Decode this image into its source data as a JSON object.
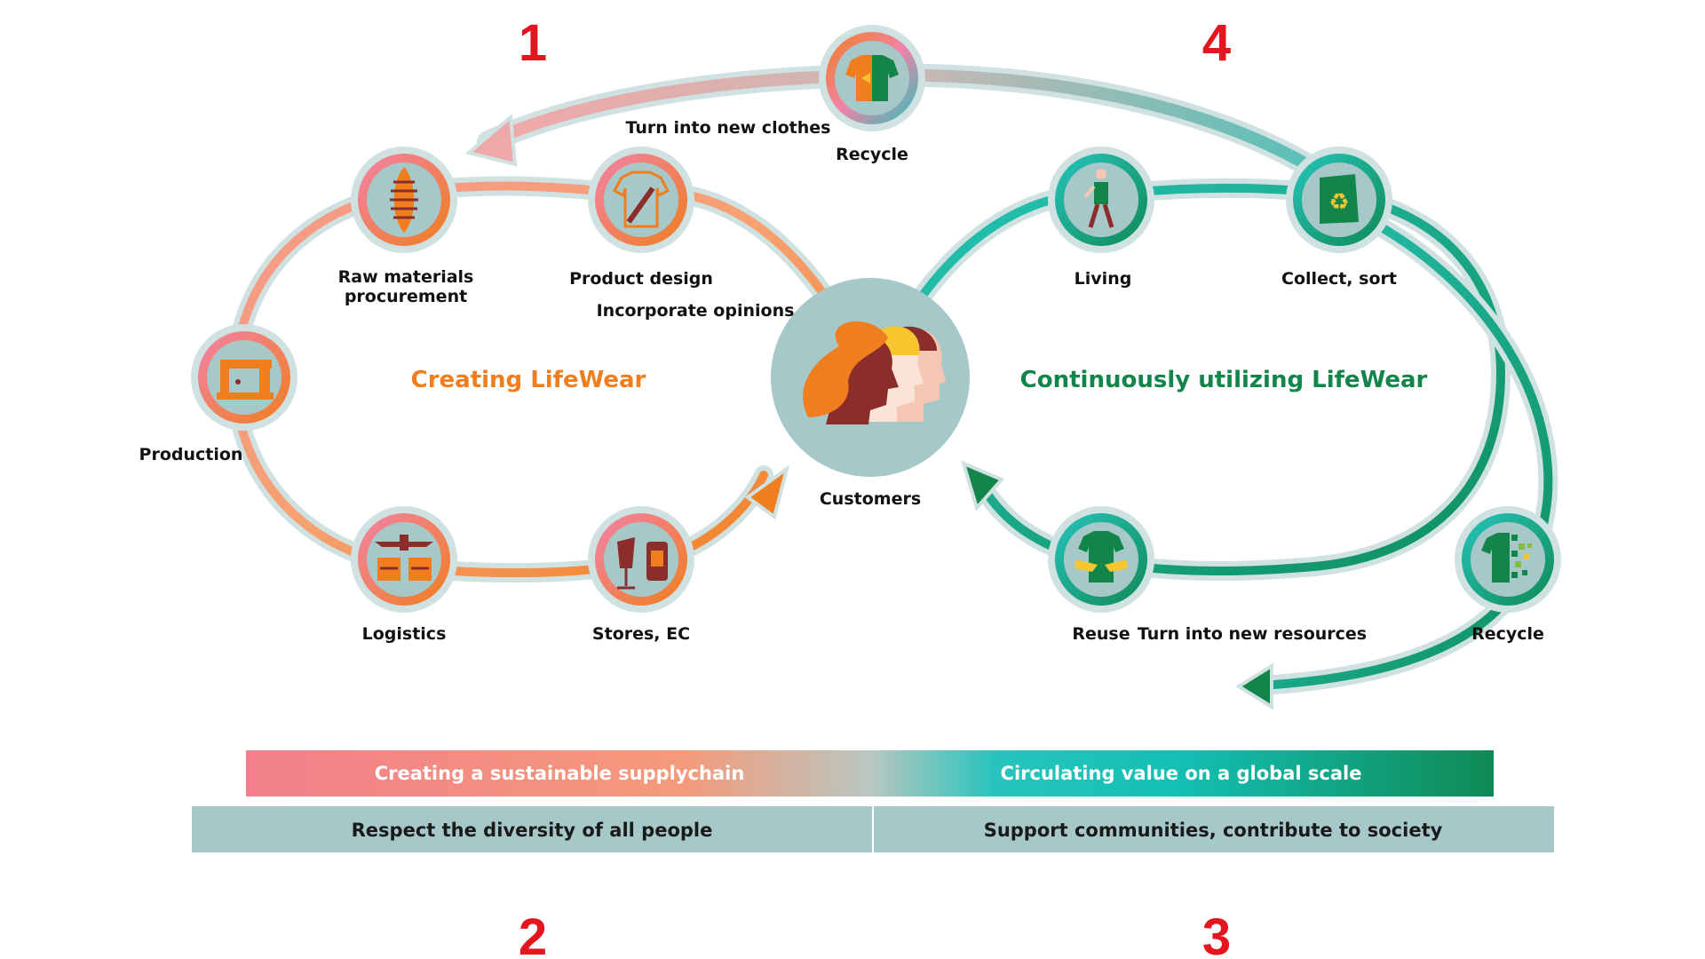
{
  "numbers": [
    "1",
    "2",
    "3",
    "4"
  ],
  "titles": {
    "left": "Creating LifeWear",
    "right": "Continuously utilizing LifeWear"
  },
  "center": {
    "label": "Customers"
  },
  "left_nodes": {
    "raw_materials": [
      "Raw materials",
      "procurement"
    ],
    "product_design": "Product design",
    "incorporate": "Incorporate opinions",
    "production": "Production",
    "logistics": "Logistics",
    "stores": "Stores, EC"
  },
  "right_nodes": {
    "living": "Living",
    "collect": "Collect, sort",
    "reuse": "Reuse",
    "new_resources": "Turn into new resources",
    "recycle": "Recycle"
  },
  "top_node": {
    "recycle": "Recycle",
    "caption": "Turn into new clothes"
  },
  "bars": {
    "gradient_left": "Creating a sustainable supplychain",
    "gradient_right": "Circulating value on a global scale",
    "lower_left": "Respect the diversity of all people",
    "lower_right": "Support communities, contribute to society"
  },
  "colors": {
    "orange": "#f07e1e",
    "pink": "#f27f8b",
    "teal": "#1dbfb6",
    "green": "#12864a",
    "red_number": "#e3151e",
    "node_fill": "#a6c8c9",
    "bar_grey": "#a6c8c9"
  },
  "icons": [
    "raw-material-spool-icon",
    "tshirt-pencil-icon",
    "sewing-machine-icon",
    "plane-ship-truck-icon",
    "store-mannequin-icon",
    "recycle-tshirt-icon",
    "walking-person-icon",
    "recycle-box-icon",
    "hands-tshirt-icon",
    "pixel-tshirt-icon",
    "customers-faces-icon"
  ]
}
